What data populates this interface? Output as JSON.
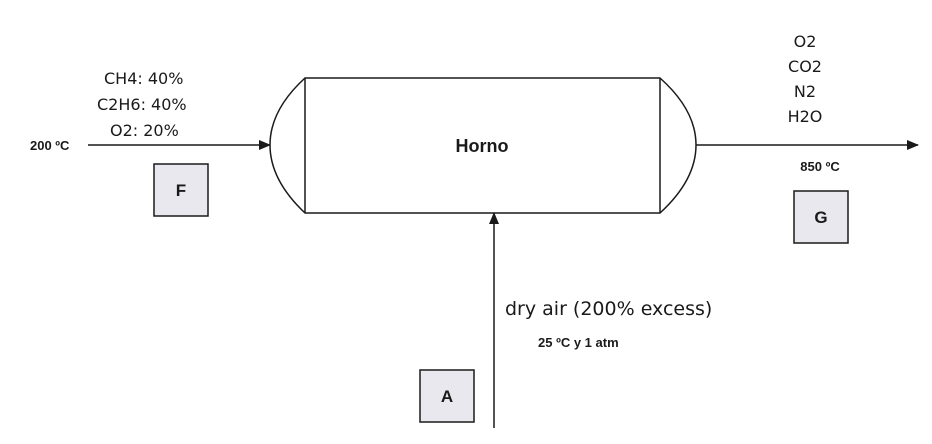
{
  "furnace": {
    "label": "Horno"
  },
  "feed": {
    "temperature": "200 ºC",
    "composition": [
      "CH4: 40%",
      "C2H6: 40%",
      "O2: 20%"
    ],
    "stream_label": "F"
  },
  "air": {
    "description": "dry air (200% excess)",
    "conditions": "25 ºC y 1 atm",
    "stream_label": "A"
  },
  "gas": {
    "components": [
      "O2",
      "CO2",
      "N2",
      "H2O"
    ],
    "temperature": "850 ºC",
    "stream_label": "G"
  },
  "colors": {
    "line": "#1a1a1a",
    "box_fill": "#e8e8ee",
    "vessel_fill": "#ffffff"
  }
}
